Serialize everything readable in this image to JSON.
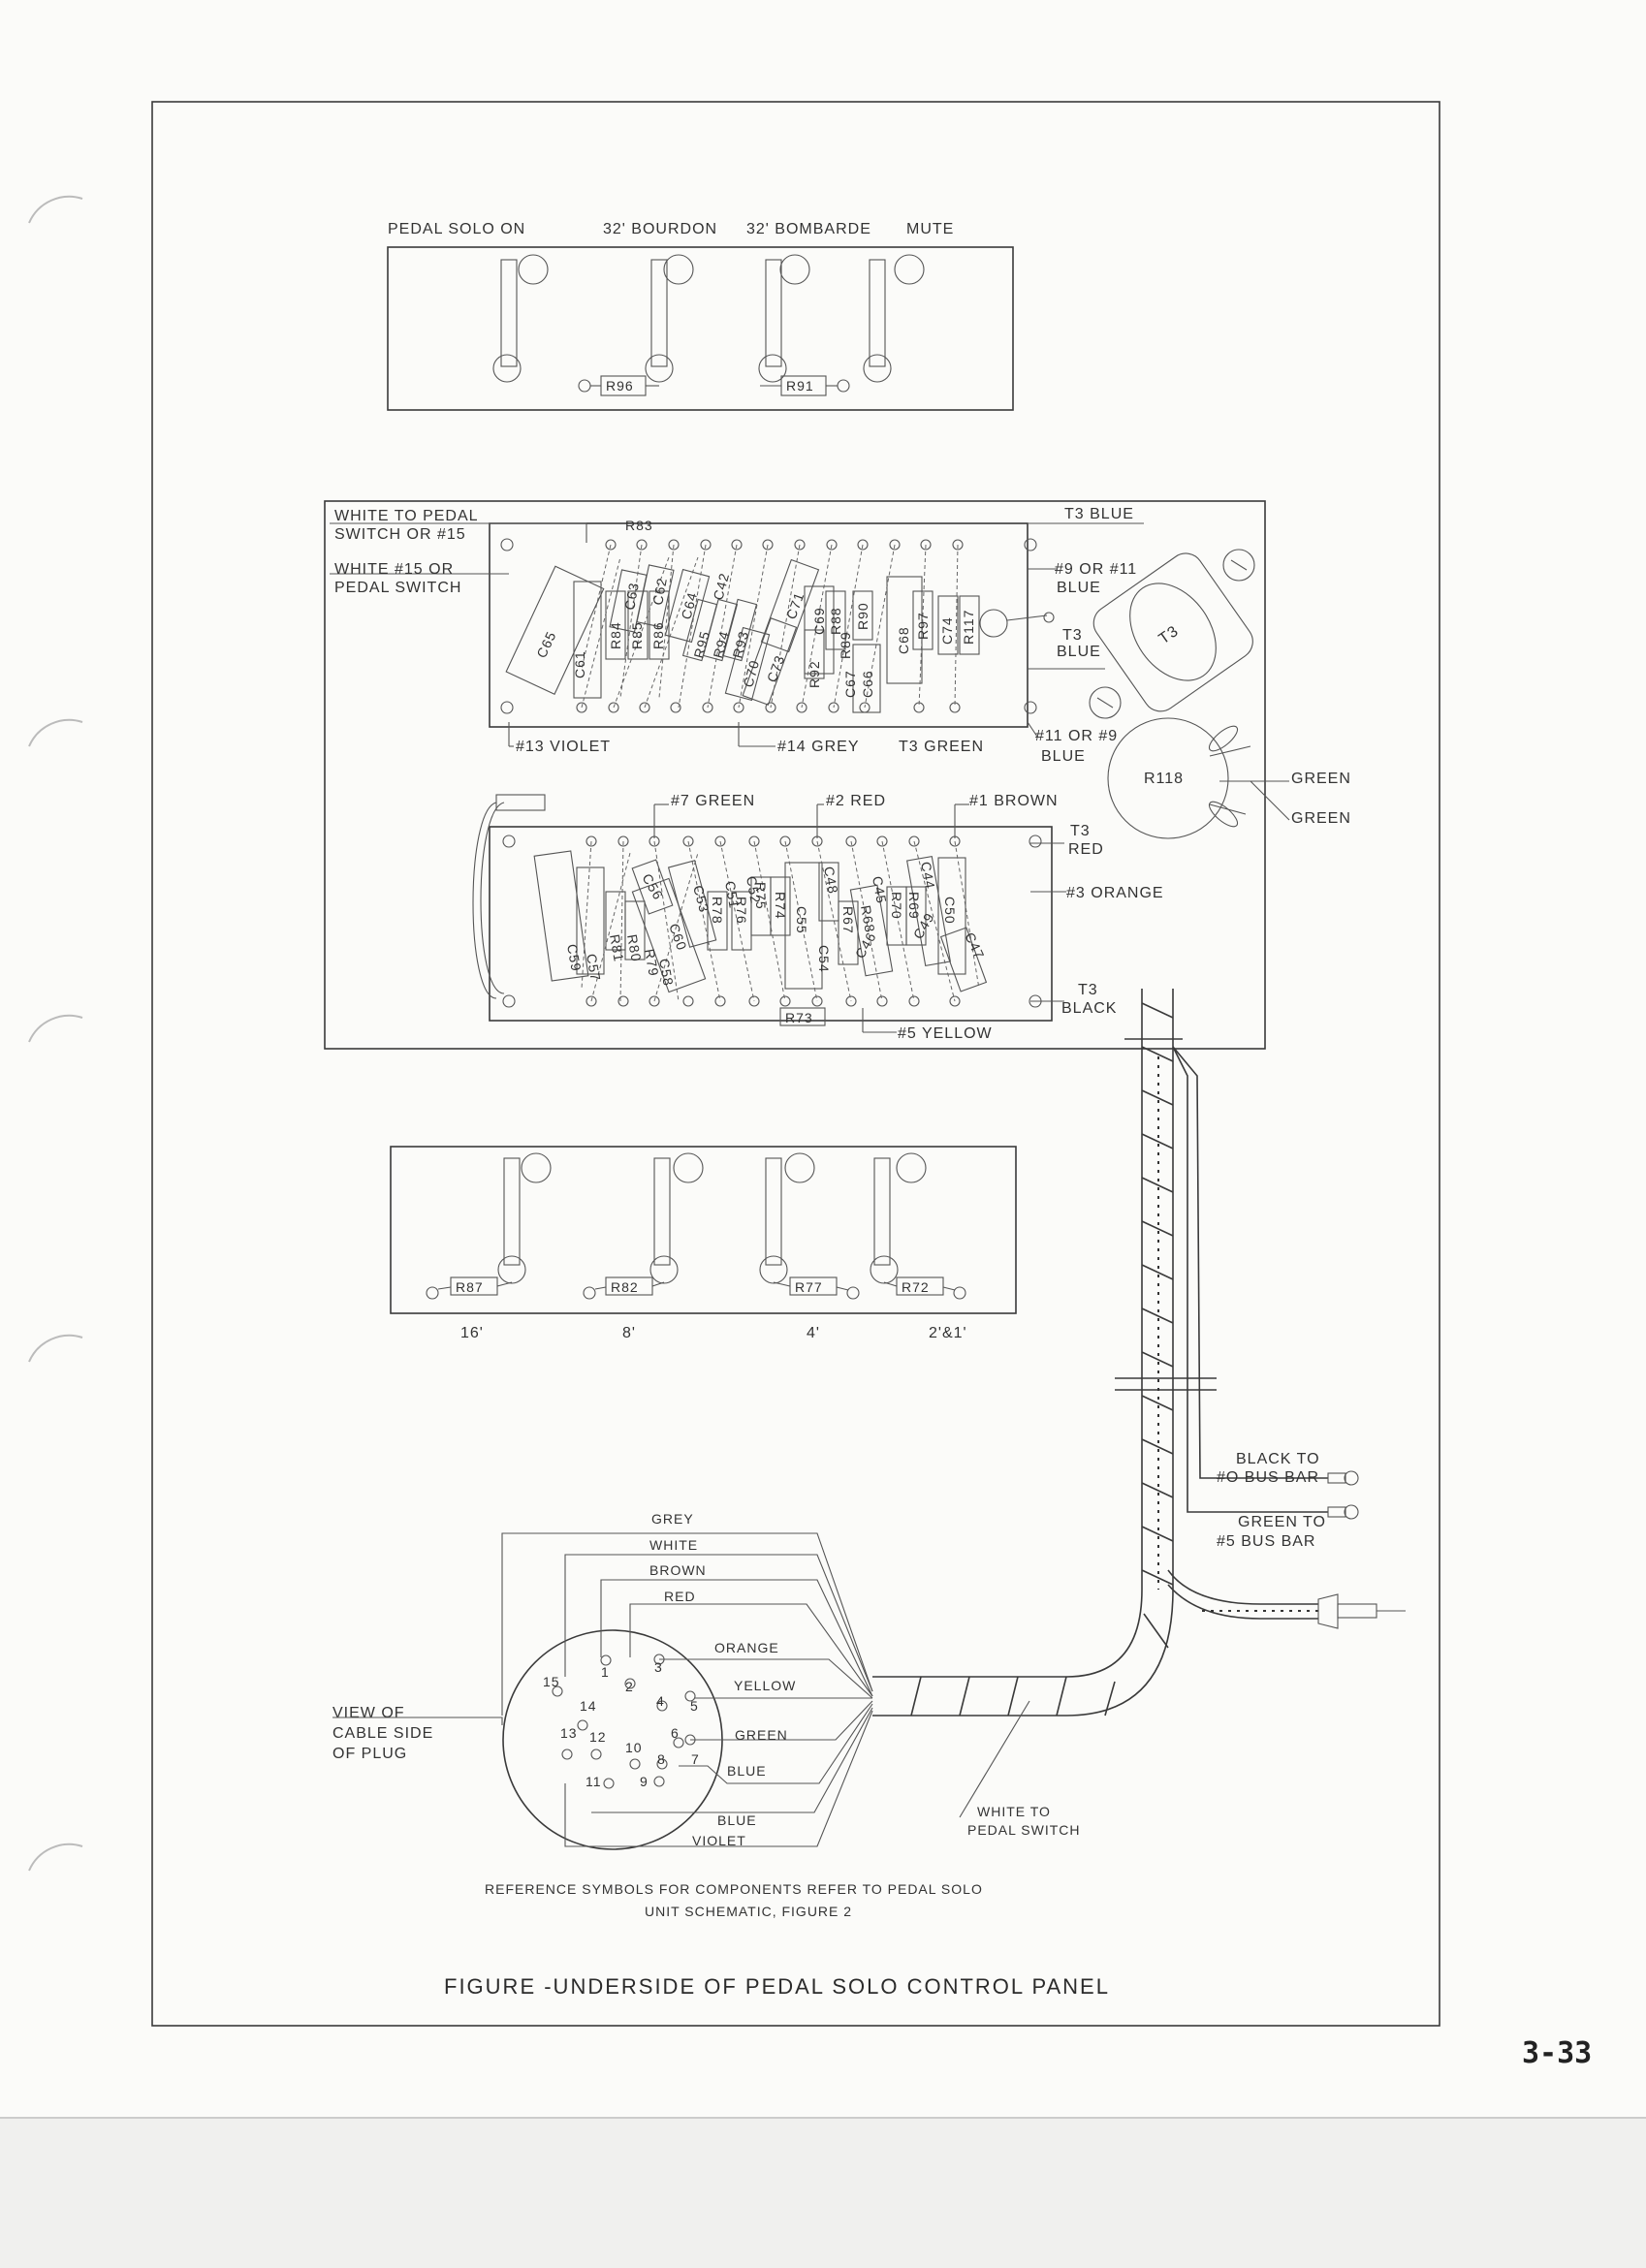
{
  "top_panel": {
    "labels": [
      "PEDAL SOLO ON",
      "32' BOURDON",
      "32' BOMBARDE",
      "MUTE"
    ],
    "resistors": [
      "R96",
      "R91"
    ]
  },
  "main_panel": {
    "upper_left_labels": [
      "WHITE TO PEDAL",
      "SWITCH OR #15",
      "WHITE #15 OR",
      "PEDAL SWITCH"
    ],
    "upper_right_labels": [
      "T3 BLUE",
      "#9 OR #11",
      "BLUE",
      "T3",
      "BLUE",
      "#11 OR #9",
      "BLUE"
    ],
    "transformer": "T3",
    "upper_bottom_labels": [
      "#13 VIOLET",
      "#14 GREY",
      "T3 GREEN"
    ],
    "upper_components": [
      "R83",
      "C65",
      "C61",
      "R84",
      "R85",
      "R86",
      "C63",
      "C62",
      "C64",
      "R95",
      "R94",
      "R93",
      "C42",
      "C70",
      "C73",
      "C71",
      "C69",
      "R92",
      "R88",
      "R89",
      "C67",
      "R90",
      "C66",
      "C68",
      "R97",
      "C74",
      "R117"
    ],
    "r118": "R118",
    "green_labels": [
      "GREEN",
      "GREEN"
    ],
    "lower_top_labels": [
      "#7 GREEN",
      "#2 RED",
      "#1 BROWN"
    ],
    "lower_right_labels": [
      "T3",
      "RED",
      "#3 ORANGE",
      "T3",
      "BLACK"
    ],
    "lower_bottom_labels": [
      "R73",
      "#5 YELLOW"
    ],
    "lower_components": [
      "C59",
      "C57",
      "R81",
      "R80",
      "R79",
      "C58",
      "C56",
      "C60",
      "C53",
      "C51",
      "C52",
      "C55",
      "R78",
      "R76",
      "R75",
      "R74",
      "C54",
      "C48",
      "R67",
      "R68",
      "C45",
      "C46",
      "R70",
      "R69",
      "C44",
      "C49",
      "C50",
      "C47"
    ]
  },
  "bottom_panel": {
    "resistors": [
      "R87",
      "R82",
      "R77",
      "R72"
    ],
    "footages": [
      "16'",
      "8'",
      "4'",
      "2'&1'"
    ]
  },
  "bus_labels": [
    "BLACK TO",
    "#O BUS BAR",
    "GREEN TO",
    "#5 BUS BAR"
  ],
  "plug": {
    "view_label": [
      "VIEW OF",
      "CABLE SIDE",
      "OF PLUG"
    ],
    "wires": [
      "GREY",
      "WHITE",
      "BROWN",
      "RED",
      "ORANGE",
      "YELLOW",
      "GREEN",
      "BLUE",
      "BLUE",
      "VIOLET"
    ],
    "pins": [
      "1",
      "2",
      "3",
      "4",
      "5",
      "6",
      "7",
      "8",
      "9",
      "10",
      "11",
      "12",
      "13",
      "14",
      "15"
    ],
    "white_to": [
      "WHITE TO",
      "PEDAL SWITCH"
    ]
  },
  "reference_note": [
    "REFERENCE SYMBOLS FOR COMPONENTS REFER TO PEDAL SOLO",
    "UNIT SCHEMATIC, FIGURE 2"
  ],
  "figure_caption": "FIGURE  -UNDERSIDE OF PEDAL SOLO CONTROL PANEL",
  "page_number": "3-33"
}
